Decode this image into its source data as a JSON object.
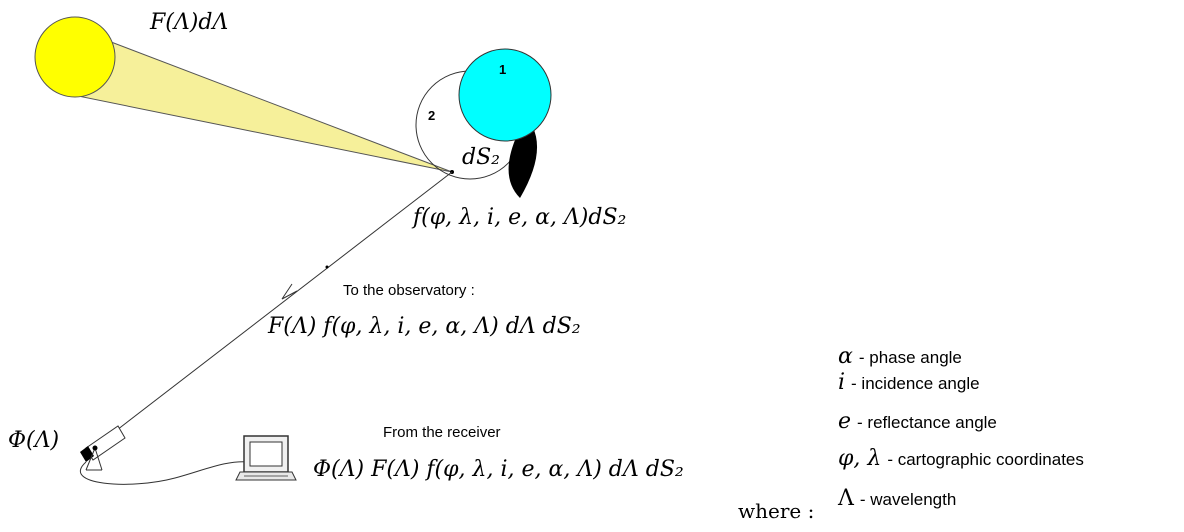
{
  "labels": {
    "sun_flux": "F(Λ)dΛ",
    "region_1": "1",
    "region_2": "2",
    "surface_element": "dS₂",
    "reflected_flux": "f(φ, λ, i, e, α, Λ)dS₂",
    "to_observatory": "To the observatory :",
    "observatory_formula": "F(Λ) f(φ, λ, i, e, α, Λ) dΛ dS₂",
    "detector_signal": "Φ(Λ)",
    "from_receiver": "From the receiver",
    "receiver_formula": "Φ(Λ) F(Λ) f(φ, λ, i, e, α, Λ) dΛ dS₂",
    "where": "where :"
  },
  "legend": [
    {
      "symbol": "α",
      "description": "- phase angle"
    },
    {
      "symbol": "i",
      "description": "- incidence angle"
    },
    {
      "symbol": "e",
      "description": "- reflectance angle"
    },
    {
      "symbol": "φ, λ",
      "description": "- cartographic coordinates"
    },
    {
      "symbol": "Λ",
      "description": "- wavelength"
    }
  ],
  "colors": {
    "sun": "#ffff00",
    "sun_beam": "#f6f09a",
    "body_1": "#00ffff",
    "shadow": "#000000"
  }
}
